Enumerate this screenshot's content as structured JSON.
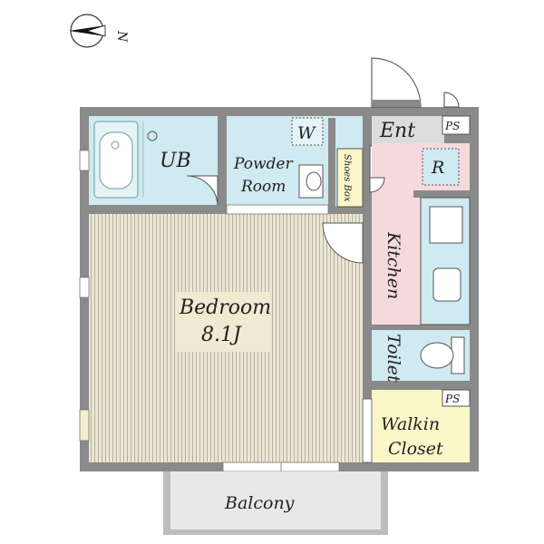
{
  "compass": {
    "north_label": "N"
  },
  "rooms": {
    "unit_bath": "UB",
    "powder_room_line1": "Powder",
    "powder_room_line2": "Room",
    "washer": "W",
    "shoes_box": "Shoes Box",
    "entrance": "Ent",
    "pipe_space_top": "PS",
    "refrigerator": "R",
    "kitchen": "Kitchen",
    "bedroom": "Bedroom",
    "bedroom_size": "8.1J",
    "toilet": "Toilet",
    "pipe_space_closet": "PS",
    "walkin_line1": "Walkin",
    "walkin_line2": "Closet",
    "balcony": "Balcony"
  },
  "colors": {
    "wall": "#8a8a8a",
    "water_area": "#cfeaf0",
    "kitchen_area": "#f6d9dc",
    "bedroom_floor": "#e9e4d2",
    "bedroom_stripe": "#b5ae98",
    "closet_area": "#fbf7c9",
    "shoes_box": "#fbf7c9",
    "balcony_area": "#e8e8e8",
    "label_bg": "#f1ead2"
  }
}
